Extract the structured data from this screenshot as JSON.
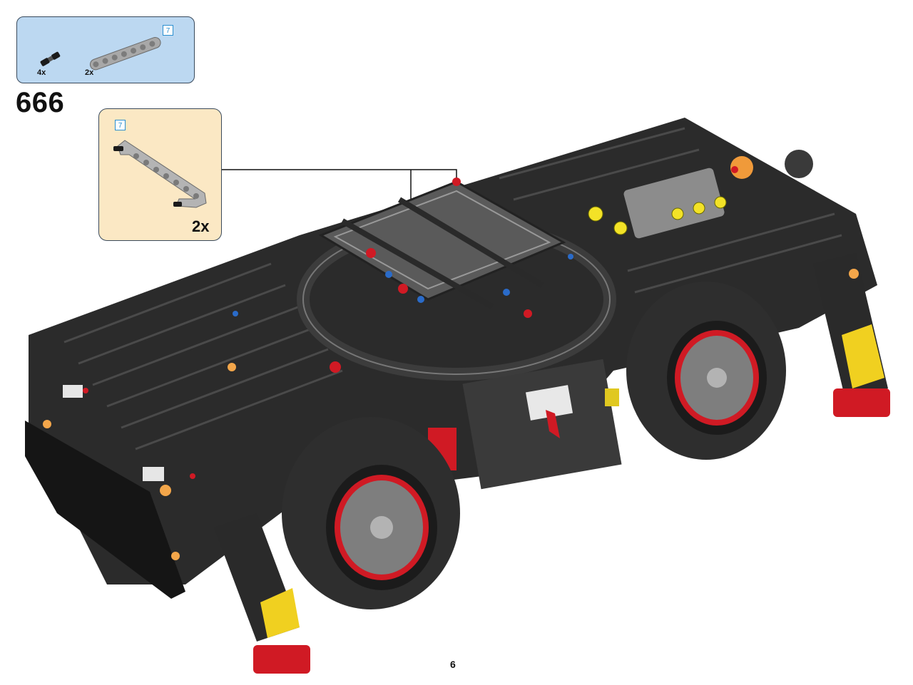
{
  "parts_list": {
    "items": [
      {
        "part": "friction-axle-pin",
        "qty": "4x"
      },
      {
        "part": "liftarm-beam",
        "qty": "2x",
        "length": "7"
      }
    ]
  },
  "step": {
    "number": "666"
  },
  "callout": {
    "length": "7",
    "qty": "2x"
  },
  "page": {
    "number": "6"
  },
  "colors": {
    "parts_box": "#bcd8f1",
    "callout_box": "#fbe8c4",
    "length_badge": "#2a8fd0",
    "model_dark": "#2b2b2b",
    "model_red": "#d01a24"
  }
}
